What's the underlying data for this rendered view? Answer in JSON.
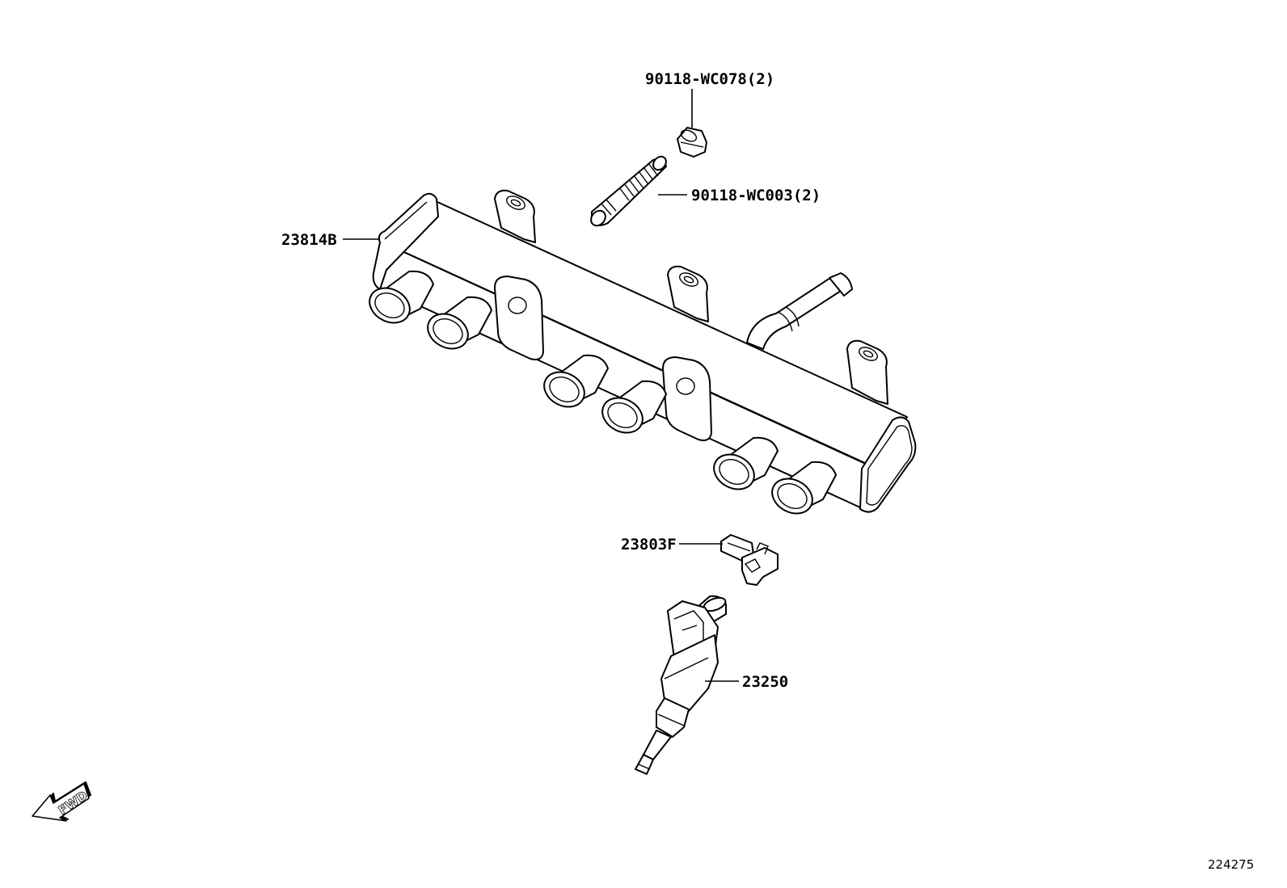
{
  "labels": {
    "nut": "90118-WC078(2)",
    "stud": "90118-WC003(2)",
    "rail": "23814B",
    "clip": "23803F",
    "injector": "23250"
  },
  "fwd": "FWD",
  "figure_number": "224275"
}
